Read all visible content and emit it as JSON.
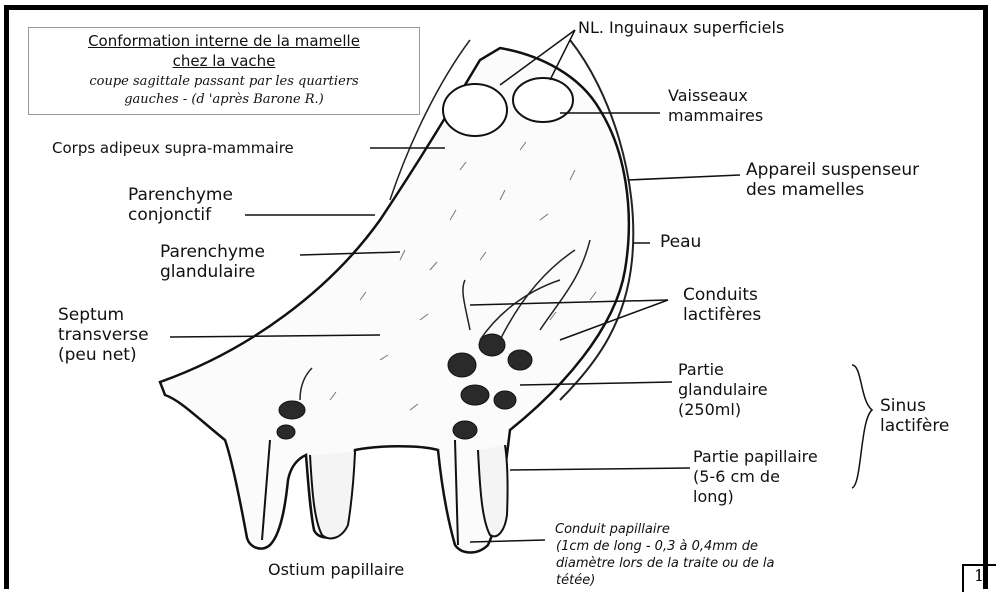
{
  "title": {
    "line1": "Conformation interne de la mamelle",
    "line2": "chez la vache",
    "line3": "coupe sagittale passant par les quartiers",
    "line4": "gauches - (d 'après Barone R.)"
  },
  "labels": {
    "nl_inguinaux": "NL. Inguinaux superficiels",
    "vaisseaux": "Vaisseaux\nmammaires",
    "corps_adipeux": "Corps adipeux supra-mammaire",
    "appareil": "Appareil suspenseur\ndes mamelles",
    "parenchyme_conjonctif": "Parenchyme\nconjonctif",
    "peau": "Peau",
    "parenchyme_glandulaire": "Parenchyme\nglandulaire",
    "conduits": "Conduits\nlactifères",
    "septum": "Septum\ntransverse\n(peu net)",
    "partie_glandulaire": "Partie\nglandulaire\n(250ml)",
    "sinus": "Sinus\nlactifère",
    "partie_papillaire": "Partie papillaire\n(5-6 cm de\nlong)",
    "conduit_papillaire_title": "Conduit papillaire",
    "conduit_papillaire_detail": "(1cm de long - 0,3 à 0,4mm de\ndiamètre lors de la traite ou de la\ntétée)",
    "ostium": "Ostium papillaire"
  },
  "page_number": "1"
}
